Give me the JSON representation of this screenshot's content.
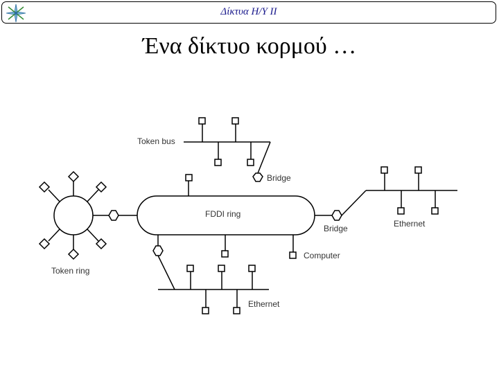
{
  "header": {
    "title": "Δίκτυα Η/Υ ΙΙ"
  },
  "slide": {
    "title": "Ένα δίκτυο κορμού …"
  },
  "diagram": {
    "labels": {
      "token_bus": "Token bus",
      "bridge_top": "Bridge",
      "fddi": "FDDI ring",
      "bridge_right": "Bridge",
      "ethernet_right": "Ethernet",
      "token_ring": "Token ring",
      "computer": "Computer",
      "ethernet_bottom": "Ethernet"
    }
  }
}
